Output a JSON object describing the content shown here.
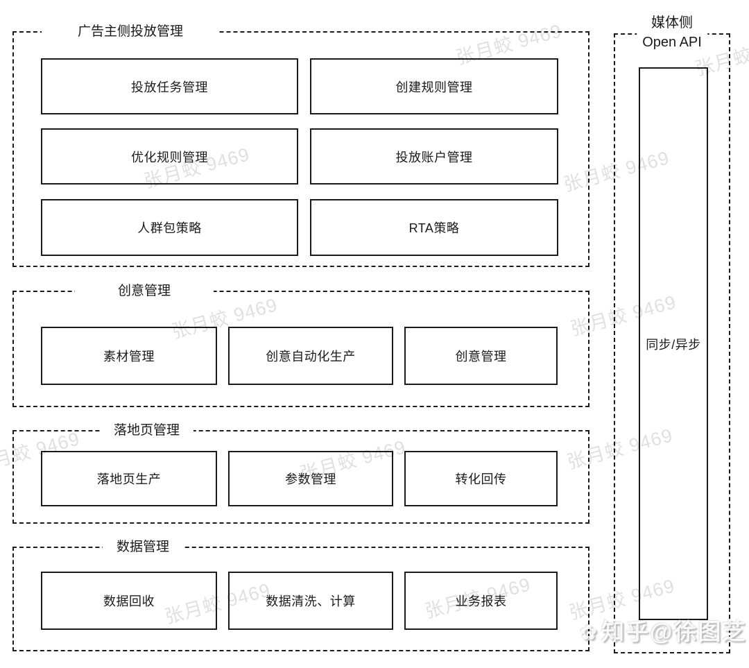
{
  "sections": [
    {
      "title": "广告主侧投放管理",
      "boxes": [
        "投放任务管理",
        "创建规则管理",
        "优化规则管理",
        "投放账户管理",
        "人群包策略",
        "RTA策略"
      ]
    },
    {
      "title": "创意管理",
      "boxes": [
        "素材管理",
        "创意自动化生产",
        "创意管理"
      ]
    },
    {
      "title": "落地页管理",
      "boxes": [
        "落地页生产",
        "参数管理",
        "转化回传"
      ]
    },
    {
      "title": "数据管理",
      "boxes": [
        "数据回收",
        "数据清洗、计算",
        "业务报表"
      ]
    }
  ],
  "media_panel": {
    "title_line1": "媒体侧",
    "title_line2": "Open API",
    "channel_box": "同步/异步"
  },
  "watermarks": {
    "diagonal": "张月蛟 9469",
    "credit_icon": "✿",
    "credit": "知乎@徐图芝"
  },
  "colors": {
    "line": "#1a1a1a",
    "background": "#ffffff",
    "watermark_gray": "#d6d6d6"
  }
}
